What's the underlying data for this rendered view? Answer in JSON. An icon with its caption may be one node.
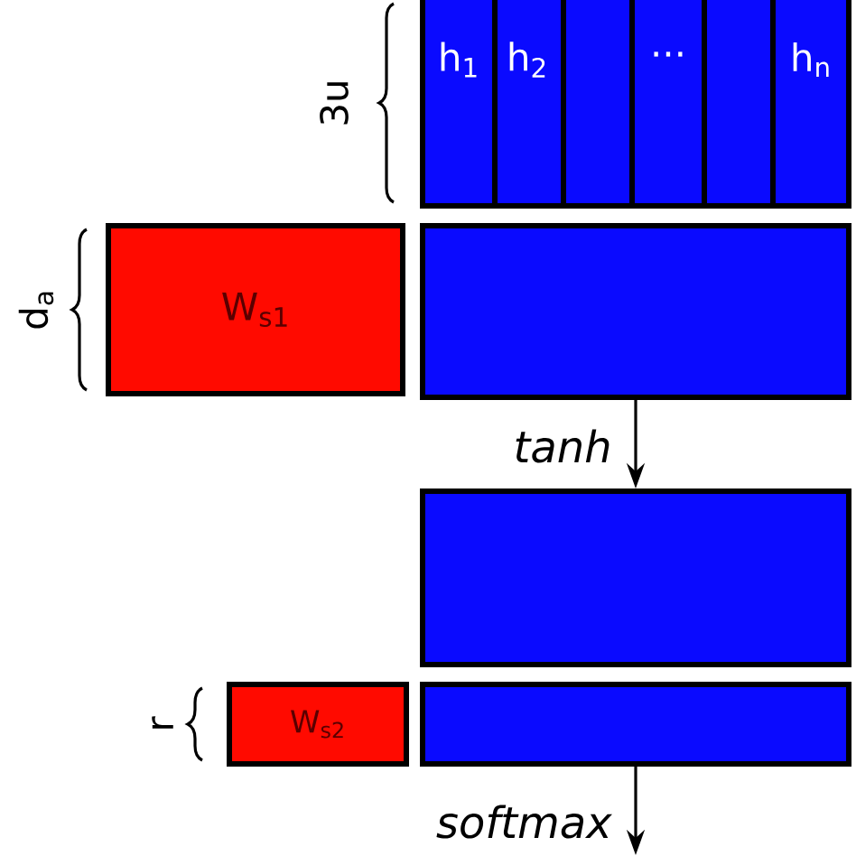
{
  "diagram": {
    "nodes": [
      {
        "text": [
          "h$_{1}$",
          "h$_{2}$",
          "···",
          "h$_{n}$"
        ],
        "beside": [
          "3u"
        ]
      },
      {
        "text": [
          "W$_{s1}$"
        ],
        "beside": [
          "d$_{a}$"
        ]
      },
      {
        "text": [],
        "shape": "box"
      },
      {
        "text": [],
        "shape": "box"
      },
      {
        "text": [
          "W$_{s2}$"
        ],
        "beside": [
          "r"
        ]
      },
      {
        "text": [],
        "shape": "box"
      }
    ],
    "edges": [
      {
        "from": 2,
        "to": 3,
        "arrow": "to",
        "label": "tanh"
      },
      {
        "from": 5,
        "to": null,
        "arrow": "to",
        "label": "softmax"
      }
    ]
  }
}
